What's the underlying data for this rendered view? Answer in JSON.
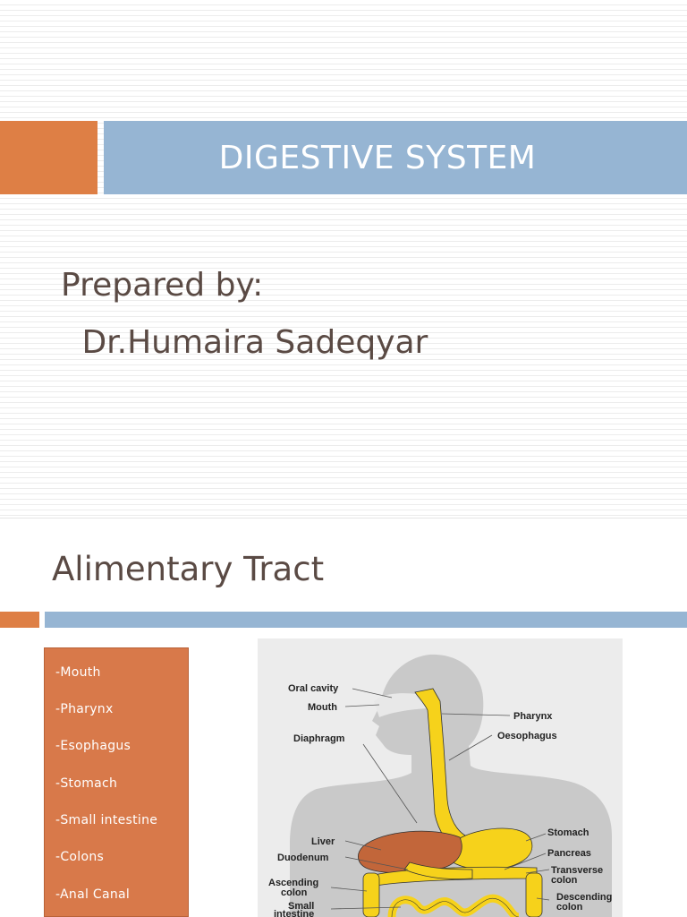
{
  "slide1": {
    "title": "DIGESTIVE SYSTEM",
    "prepared_label": "Prepared by:",
    "author": " Dr.Humaira Sadeqyar"
  },
  "slide2": {
    "title": "Alimentary Tract",
    "list_items": [
      "-Mouth",
      "-Pharynx",
      "-Esophagus",
      "-Stomach",
      "-Small intestine",
      "-Colons",
      "-Anal Canal"
    ],
    "figure_labels": {
      "oral_cavity": "Oral cavity",
      "mouth": "Mouth",
      "pharynx": "Pharynx",
      "diaphragm": "Diaphragm",
      "oesophagus": "Oesophagus",
      "liver": "Liver",
      "duodenum": "Duodenum",
      "stomach": "Stomach",
      "pancreas": "Pancreas",
      "ascending_colon_1": "Ascending",
      "ascending_colon_2": "colon",
      "transverse_colon_1": "Transverse",
      "transverse_colon_2": "colon",
      "small_intestine_1": "Small",
      "small_intestine_2": "intestine",
      "descending_colon_1": "Descending",
      "descending_colon_2": "colon"
    }
  },
  "colors": {
    "accent_orange": "#de7f45",
    "accent_blue": "#96b5d3",
    "text_brown": "#5a4a44",
    "organ_yellow": "#f6d21b",
    "liver_brown": "#c2663a",
    "body_grey": "#c9c9c9"
  }
}
